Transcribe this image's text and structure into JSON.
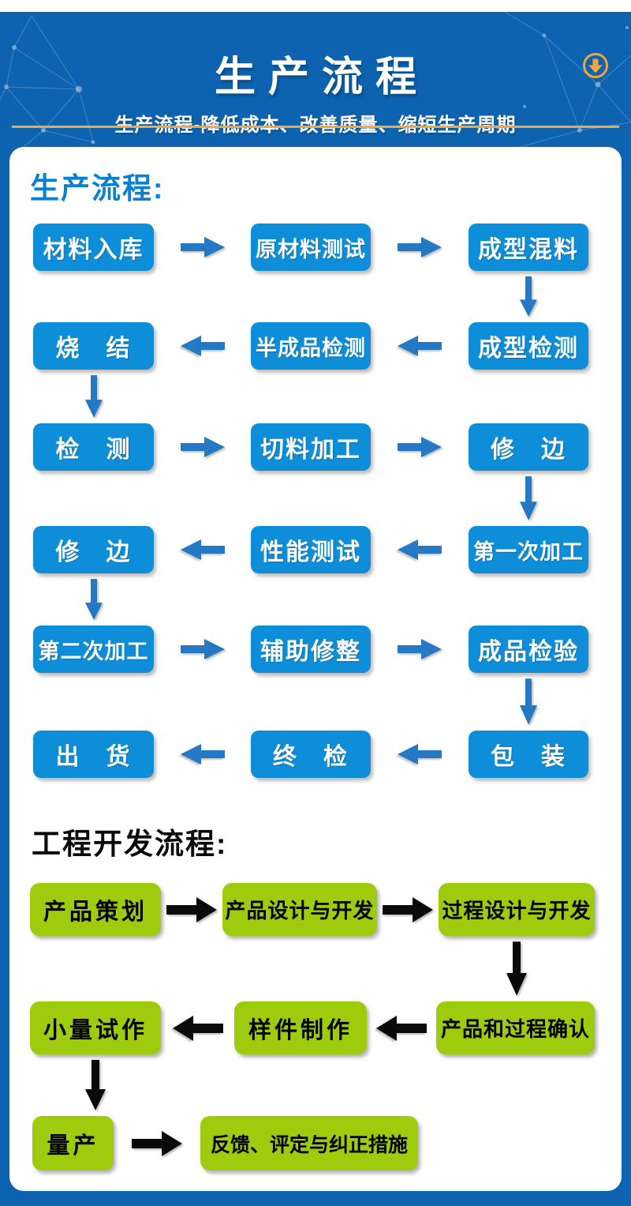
{
  "header": {
    "title": "生产流程",
    "subtitle": "生产流程-降低成本、改善质量、缩短生产周期",
    "download_icon": "circle-down-arrow"
  },
  "colors": {
    "page_background": "#0d63b0",
    "gold_accent": "#efa93f",
    "blue_box": "#0e8ed8",
    "blue_arrow": "#2478c4",
    "blue_heading": "#0a80d5",
    "green_box": "#9fcb0d",
    "black_arrow": "#0a0a0a",
    "box_text_light": "#ffffff",
    "box_text_dark": "#000000"
  },
  "production_flow": {
    "heading": "生产流程:",
    "rows": [
      {
        "boxes": [
          "材料入库",
          "原材料测试",
          "成型混料"
        ],
        "direction": "right",
        "drop_after": "right"
      },
      {
        "boxes": [
          "烧　结",
          "半成品检测",
          "成型检测"
        ],
        "direction": "left",
        "drop_after": "left"
      },
      {
        "boxes": [
          "检　测",
          "切料加工",
          "修　边"
        ],
        "direction": "right",
        "drop_after": "right"
      },
      {
        "boxes": [
          "修　边",
          "性能测试",
          "第一次加工"
        ],
        "direction": "left",
        "drop_after": "left"
      },
      {
        "boxes": [
          "第二次加工",
          "辅助修整",
          "成品检验"
        ],
        "direction": "right",
        "drop_after": "right"
      },
      {
        "boxes": [
          "出　货",
          "终　检",
          "包　装"
        ],
        "direction": "left",
        "drop_after": null
      }
    ]
  },
  "engineering_flow": {
    "heading": "工程开发流程:",
    "rows": [
      {
        "boxes": [
          "产品策划",
          "产品设计与开发",
          "过程设计与开发"
        ],
        "direction": "right",
        "drop_after": "right"
      },
      {
        "boxes": [
          "小量试作",
          "样件制作",
          "产品和过程确认"
        ],
        "direction": "left",
        "drop_after": "left"
      },
      {
        "boxes": [
          "量产",
          "反馈、评定与纠正措施"
        ],
        "direction": "right",
        "drop_after": null
      }
    ]
  }
}
